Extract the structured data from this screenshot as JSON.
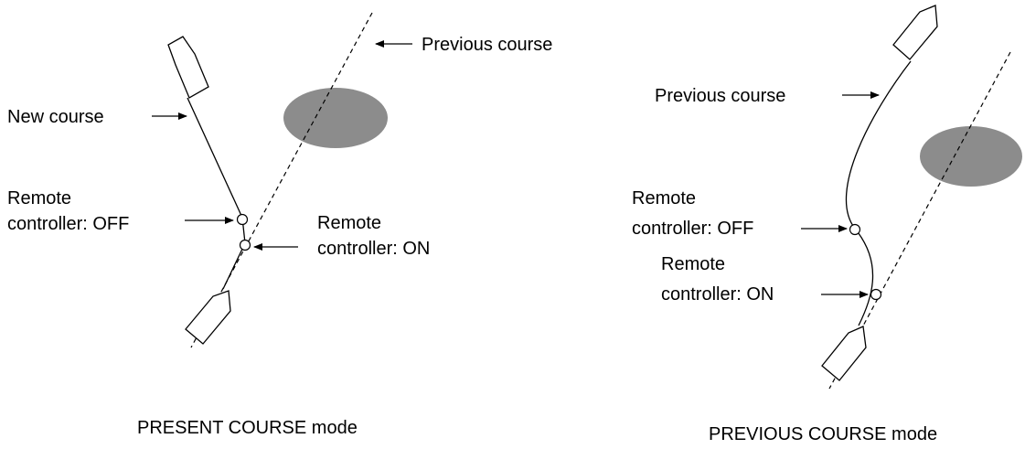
{
  "left_panel": {
    "label_previous_course": "Previous course",
    "label_new_course": "New course",
    "label_off_line1": "Remote",
    "label_off_line2": "controller: OFF",
    "label_on_line1": "Remote",
    "label_on_line2": "controller: ON",
    "caption": "PRESENT COURSE mode"
  },
  "right_panel": {
    "label_previous_course": "Previous course",
    "label_off_line1": "Remote",
    "label_off_line2": "controller: OFF",
    "label_on_line1": "Remote",
    "label_on_line2": "controller: ON",
    "caption": "PREVIOUS COURSE mode"
  },
  "colors": {
    "obstacle": "#8c8c8c",
    "line": "#000000",
    "background": "#ffffff"
  }
}
